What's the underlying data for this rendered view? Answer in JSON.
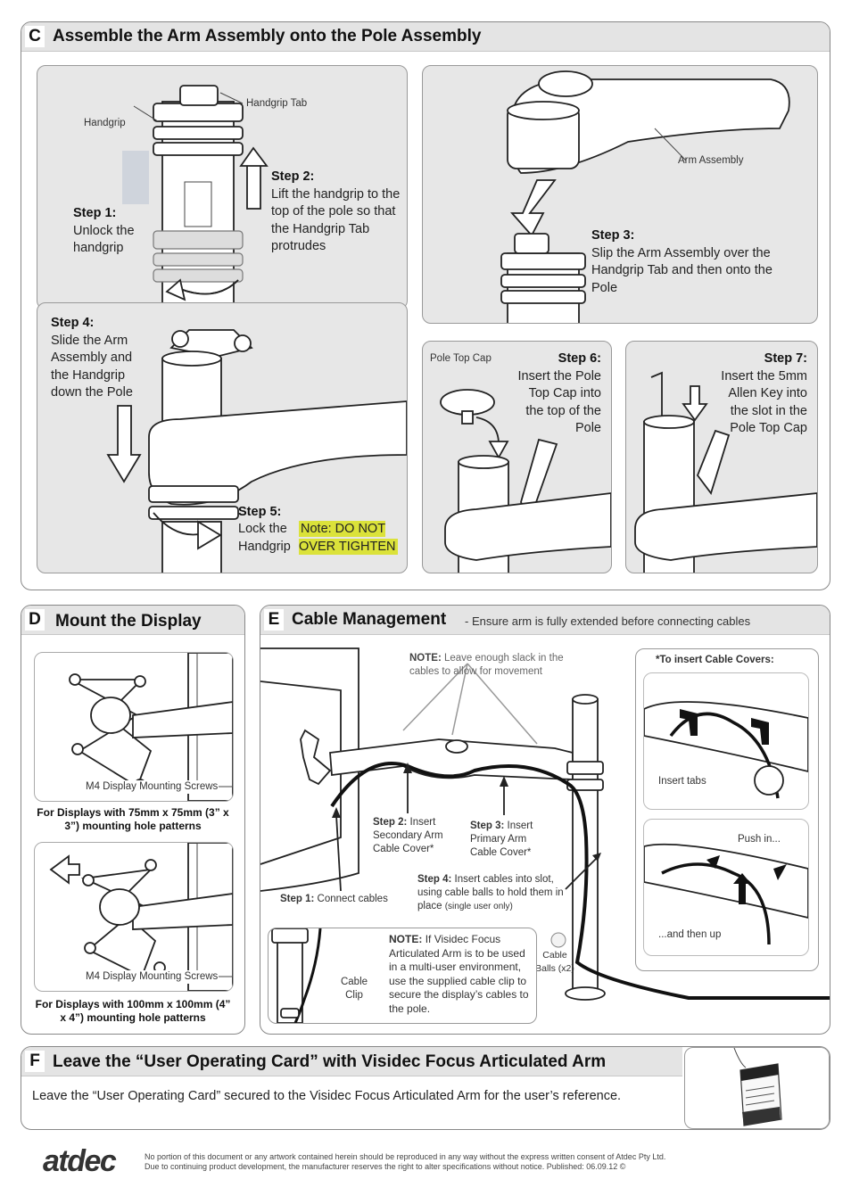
{
  "sectionC": {
    "letter": "C",
    "title": "Assemble the Arm Assembly onto the Pole Assembly",
    "labels": {
      "handgrip": "Handgrip",
      "handgrip_tab": "Handgrip Tab",
      "arm_assembly": "Arm Assembly",
      "pole_top_cap": "Pole Top Cap"
    },
    "step1": {
      "title": "Step 1:",
      "text": "Unlock the handgrip"
    },
    "step2": {
      "title": "Step 2:",
      "text": "Lift the handgrip to the top of the pole so that the Handgrip Tab protrudes"
    },
    "step3": {
      "title": "Step 3:",
      "text": "Slip the Arm Assembly over the Handgrip Tab and then onto the Pole"
    },
    "step4": {
      "title": "Step 4:",
      "text": "Slide the Arm Assembly and the Handgrip down the Pole"
    },
    "step5": {
      "title": "Step 5:",
      "text": "Lock the Handgrip",
      "note": "Note: DO NOT OVER TIGHTEN"
    },
    "step6": {
      "title": "Step 6:",
      "text": "Insert the Pole Top Cap into the top of the Pole"
    },
    "step7": {
      "title": "Step 7:",
      "text": "Insert the 5mm Allen Key into the slot in the Pole Top Cap"
    }
  },
  "sectionD": {
    "letter": "D",
    "title": "Mount the Display",
    "screws_label": "M4 Display Mounting Screws",
    "caption_75": "For Displays with 75mm x 75mm (3” x 3”) mounting hole patterns",
    "caption_100": "For Displays with 100mm x 100mm (4” x 4”) mounting hole patterns"
  },
  "sectionE": {
    "letter": "E",
    "title": "Cable Management",
    "subtitle": "- Ensure arm is fully extended before connecting cables",
    "note_top_bold": "NOTE:",
    "note_top_text": "Leave enough slack in the cables to allow for movement",
    "step1": {
      "title": "Step 1:",
      "text": "Connect cables"
    },
    "step2": {
      "title": "Step 2:",
      "text": "Insert Secondary Arm Cable Cover*"
    },
    "step3": {
      "title": "Step 3:",
      "text": "Insert Primary Arm Cable Cover*"
    },
    "step4": {
      "title": "Step 4:",
      "text": "Insert cables into slot, using cable balls to hold them in place",
      "small": "(single user only)"
    },
    "cable_balls": "Cable Balls (x2)",
    "cable_clip": "Cable Clip",
    "note_bottom_bold": "NOTE:",
    "note_bottom_text": "If Visidec Focus Articulated Arm is to be used in a multi-user environment, use the supplied cable clip to secure the display’s cables to the pole.",
    "covers_title": "*To insert Cable Covers:",
    "insert_tabs": "Insert tabs",
    "push_in": "Push in...",
    "and_then_up": "...and then up"
  },
  "sectionF": {
    "letter": "F",
    "title": "Leave the “User Operating Card” with Visidec Focus Articulated Arm",
    "body": "Leave the “User Operating Card” secured to the Visidec Focus Articulated Arm for the user’s reference."
  },
  "footer": {
    "brand": "atdec",
    "line1": "No portion of this document or any artwork contained herein should be reproduced in any way without the express written consent of Atdec Pty Ltd.",
    "line2": "Due to continuing product development, the manufacturer reserves the right to alter specifications without notice. Published: 06.09.12 ©"
  }
}
